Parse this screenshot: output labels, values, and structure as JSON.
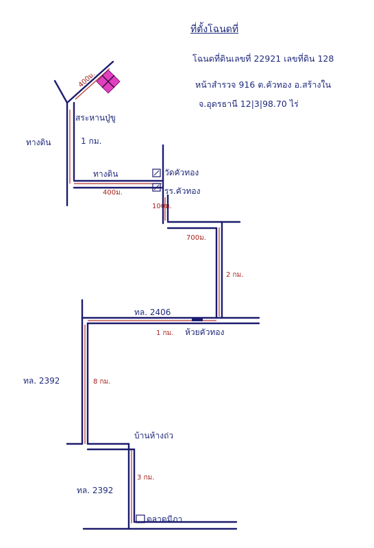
{
  "header": {
    "title": "ที่ตั้งโฉนดที่",
    "line1": "โฉนดที่ดินเลขที่ 22921  เลขที่ดิน 128",
    "line2": "หน้าสำรวจ 916  ต.คัวทอง  อ.สร้างใน",
    "line3": "จ.อุดรธานี 12|3|98.70 ไร่"
  },
  "labels": {
    "road_dirt_top": "ทางดิน",
    "road_dirt_mid": "ทางดิน",
    "place_water_pond": "สระหานปู่ขู",
    "temple": "วัดคัวทอง",
    "school": "รร.คัวทอง",
    "junction_village": "ห้วยคัวทอง",
    "route_2406": "ทล. 2406",
    "route_2392_left": "ทล. 2392",
    "village_market": "บ้านห้างถ่ว",
    "route_2392_bottom": "ทล. 2392",
    "market_bottom": "ตลาดมีภา"
  },
  "distances": {
    "d_400m_land": "400ม.",
    "d_1km_vertical": "1 กม.",
    "d_400m_dirt": "400ม.",
    "d_100m": "100ม.",
    "d_700m": "700ม.",
    "d_2km": "2 กม.",
    "d_1km_2406": "1 กม.",
    "d_8km": "8 กม.",
    "d_3km": "3 กม."
  },
  "markers": {
    "land_marker_color": "#e040c0"
  }
}
